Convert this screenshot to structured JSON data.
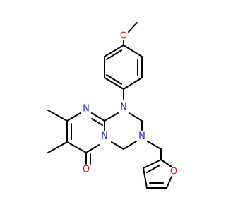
{
  "molecule": {
    "colors": {
      "bond": "#000000",
      "nitrogen": "#1f1fd0",
      "oxygen": "#e01010",
      "background": "#ffffff"
    },
    "atom_labels": {
      "methoxy_o": "O",
      "n1": "N",
      "n_ring": "N",
      "n_amine": "N",
      "n_bridge": "N",
      "carbonyl_o": "O",
      "furan_o": "O"
    }
  }
}
